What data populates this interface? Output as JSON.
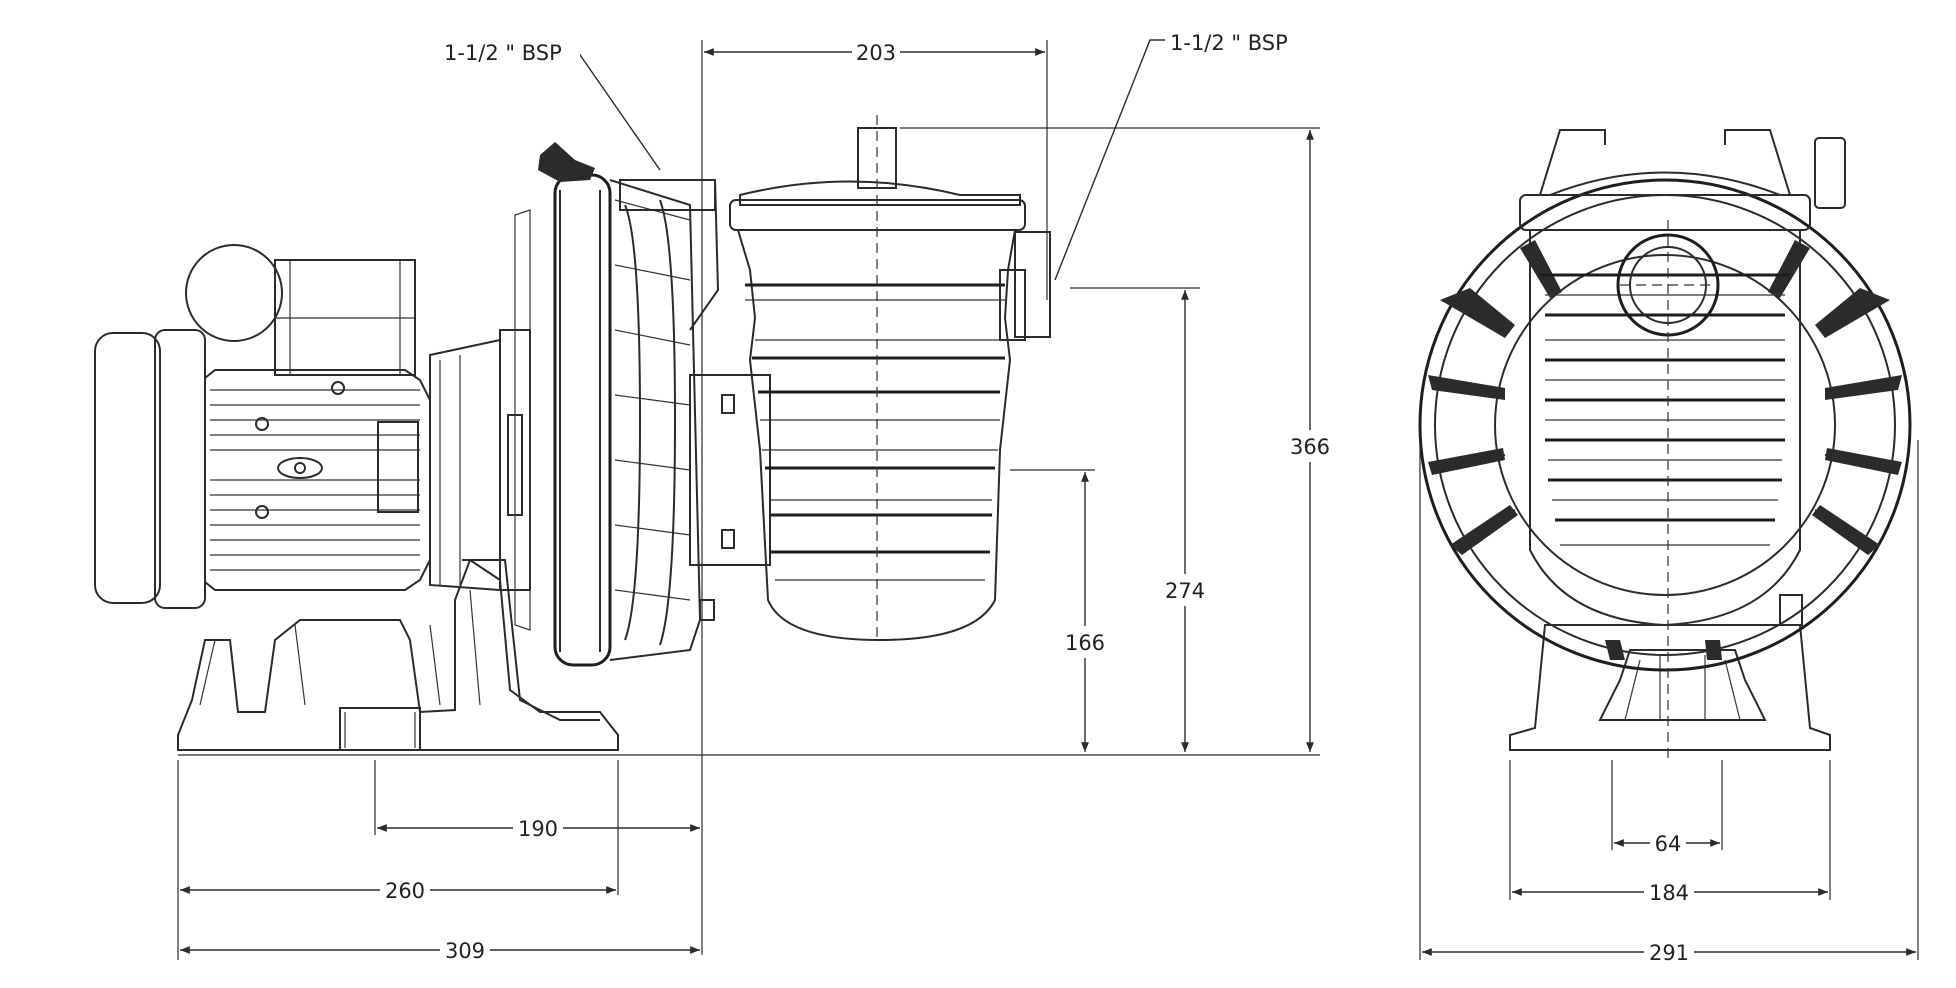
{
  "callouts": {
    "inlet": "1-1/2 \" BSP",
    "outlet": "1-1/2 \" BSP"
  },
  "dimensions": {
    "top_width": "203",
    "total_height": "366",
    "outlet_height": "274",
    "inlet_height": "166",
    "base_to_pot": "190",
    "base_length": "260",
    "overall_length": "309",
    "foot_spacing": "64",
    "foot_width": "184",
    "overall_width": "291"
  }
}
